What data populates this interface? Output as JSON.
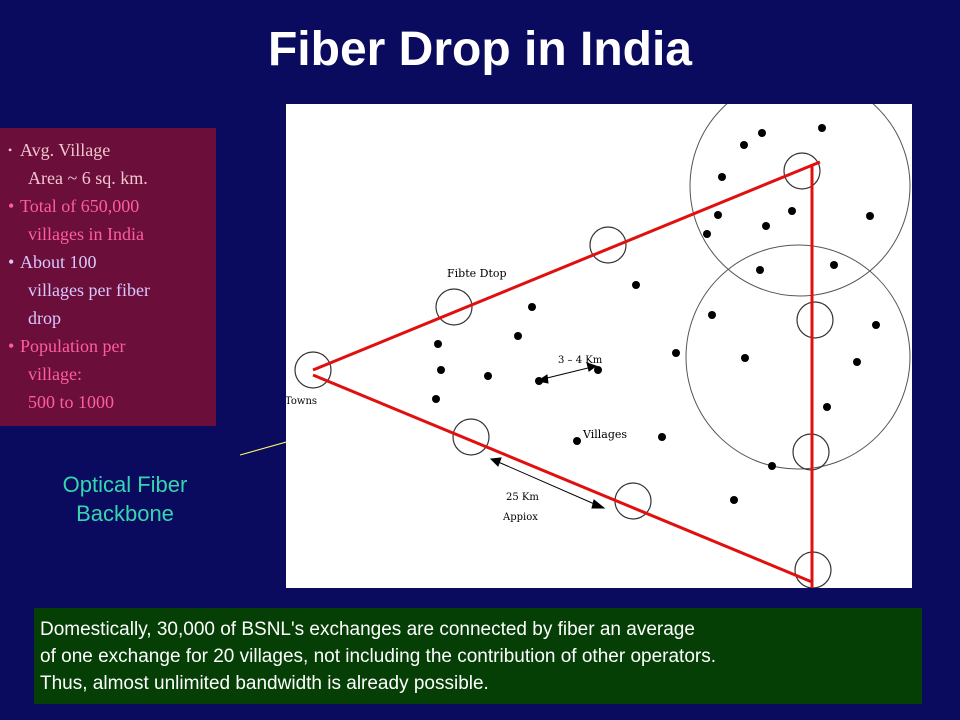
{
  "slide": {
    "title": "Fiber Drop in India",
    "backbone_label_line1": "Optical Fiber",
    "backbone_label_line2": "Backbone",
    "facts": [
      {
        "lines": [
          "Avg. Village",
          "Area ~ 6 sq. km."
        ]
      },
      {
        "lines": [
          "Total of 650,000",
          "villages in India"
        ]
      },
      {
        "lines": [
          "About 100",
          "villages per fiber",
          "drop"
        ]
      },
      {
        "lines": [
          "Population per",
          "village:",
          "500 to 1000"
        ]
      }
    ],
    "note_lines": [
      "Domestically, 30,000 of BSNL's exchanges are connected by fiber  an average",
      "of one exchange for 20 villages, not including the contribution of other operators.",
      "Thus, almost unlimited bandwidth is already possible."
    ]
  },
  "diagram": {
    "label_fibre_drop": "Fibte Dtop",
    "label_towns": "Towns",
    "label_distance_short": "3 – 4 Km",
    "label_villages": "Villages",
    "label_distance_long_1": "25 Km",
    "label_distance_long_2": "Appiox",
    "colors": {
      "backbone": "#e01010",
      "pointer": "#ffff66"
    }
  }
}
